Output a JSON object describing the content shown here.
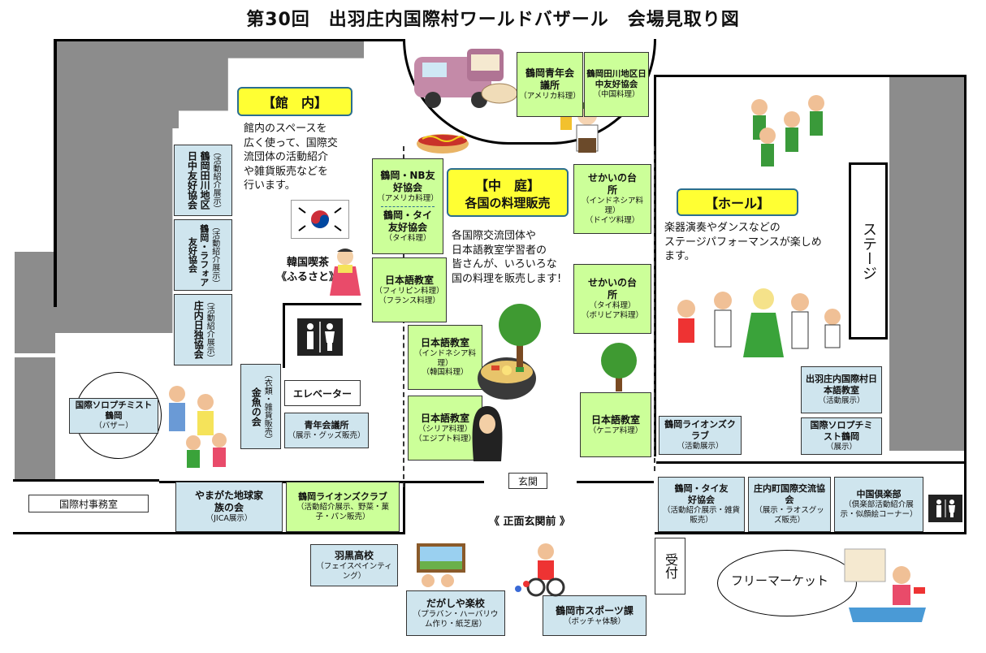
{
  "title": "第30回　出羽庄内国際村ワールドバザール　会場見取り図",
  "zones": {
    "kannai": {
      "label": "【館　内】",
      "desc": [
        "館内のスペースを",
        "広く使って、国際交",
        "流団体の活動紹介",
        "や雑貨販売などを",
        "行います。"
      ]
    },
    "nakaniwa": {
      "label1": "【中　庭】",
      "label2": "各国の料理販売",
      "desc": [
        "各国際交流団体や",
        "日本語教室学習者の",
        "皆さんが、いろいろな",
        "国の料理を販売します!"
      ]
    },
    "hall": {
      "label": "【ホール】",
      "desc": [
        "楽器演奏やダンスなどの",
        "ステージパフォーマンスが楽しめ",
        "ます。"
      ]
    }
  },
  "booths": {
    "seinen_top": {
      "name": "鶴岡青年会議所",
      "sub": "（アメリカ料理）"
    },
    "tagawa_chu": {
      "name": "鶴岡田川地区日中友好協会",
      "sub": "（中国料理）"
    },
    "nb": {
      "name": "鶴岡・NB友好協会",
      "sub": "（アメリカ料理）",
      "name2": "鶴岡・タイ友好協会",
      "sub2": "（タイ料理）"
    },
    "nihongo_phil": {
      "name": "日本語教室",
      "sub1": "（フィリピン料理）",
      "sub2": "（フランス料理）"
    },
    "nihongo_indo": {
      "name": "日本語教室",
      "sub1": "（インドネシア料理）",
      "sub2": "（韓国料理）"
    },
    "nihongo_syria": {
      "name": "日本語教室",
      "sub1": "（シリア料理）",
      "sub2": "（エジプト料理）"
    },
    "sekai1": {
      "name": "せかいの台所",
      "sub1": "（インドネシア料理）",
      "sub2": "（ドイツ料理）"
    },
    "sekai2": {
      "name": "せかいの台所",
      "sub1": "（タイ料理）",
      "sub2": "（ボリビア料理）"
    },
    "nihongo_kenya": {
      "name": "日本語教室",
      "sub": "（ケニア料理）"
    },
    "lions_hall": {
      "name": "鶴岡ライオンズクラブ",
      "sub": "（活動展示）"
    },
    "dewa_nihongo": {
      "name": "出羽庄内国際村日本語教室",
      "sub": "（活動展示）"
    },
    "soroptimist_hall": {
      "name": "国際ソロプチミスト鶴岡",
      "sub": "（展示）"
    },
    "tai_bottom": {
      "name": "鶴岡・タイ友好協会",
      "sub": "（活動紹介展示・雑貨販売）"
    },
    "shonai_kokusai": {
      "name": "庄内町国際交流協会",
      "sub": "（展示・ラオスグッズ販売）"
    },
    "chugoku": {
      "name": "中国倶楽部",
      "sub": "（倶楽部活動紹介展示・似顔絵コーナー）"
    },
    "tagawa_v": {
      "name": "鶴岡田川地区日中友好協会",
      "sub": "（活動紹介展示）"
    },
    "laos_v": {
      "name": "鶴岡・ラフォア友好協会",
      "sub": "（活動紹介展示）"
    },
    "doitsu_v": {
      "name": "庄内日独協会",
      "sub": "（活動紹介展示）"
    },
    "kingyo_v": {
      "name": "金魚の会",
      "sub": "（衣類・雑貨販売）"
    },
    "seinen_kannai": {
      "name": "青年会議所",
      "sub": "（展示・グッズ販売）"
    },
    "soroptimist_kannai": {
      "name": "国際ソロプチミスト鶴岡",
      "sub": "（バザー）"
    },
    "yamagata": {
      "name": "やまがた地球家族の会",
      "sub": "（JICA展示）"
    },
    "lions_kannai": {
      "name": "鶴岡ライオンズクラブ",
      "sub": "（活動紹介展示、野菜・菓子・パン販売）"
    },
    "haguro": {
      "name": "羽黒高校",
      "sub": "（フェイスペインティング）"
    },
    "dagashi": {
      "name": "だがしや楽校",
      "sub": "（プラバン・ハーバリウム作り・紙芝居）"
    },
    "sports": {
      "name": "鶴岡市スポーツ課",
      "sub": "（ボッチャ体験）"
    }
  },
  "labels": {
    "kankoku": [
      "韓国喫茶",
      "《ふるさと》"
    ],
    "elevator": "エレベーター",
    "stage": "ステージ",
    "genkan": "玄関",
    "shomen": "《 正面玄関前 》",
    "office": "国際村事務室",
    "uketsuke": "受付",
    "flea": "フリーマーケット"
  },
  "icons": [
    "restroom-icon",
    "korea-flag-icon",
    "food-truck-icon",
    "tree-icon",
    "people-icon"
  ]
}
